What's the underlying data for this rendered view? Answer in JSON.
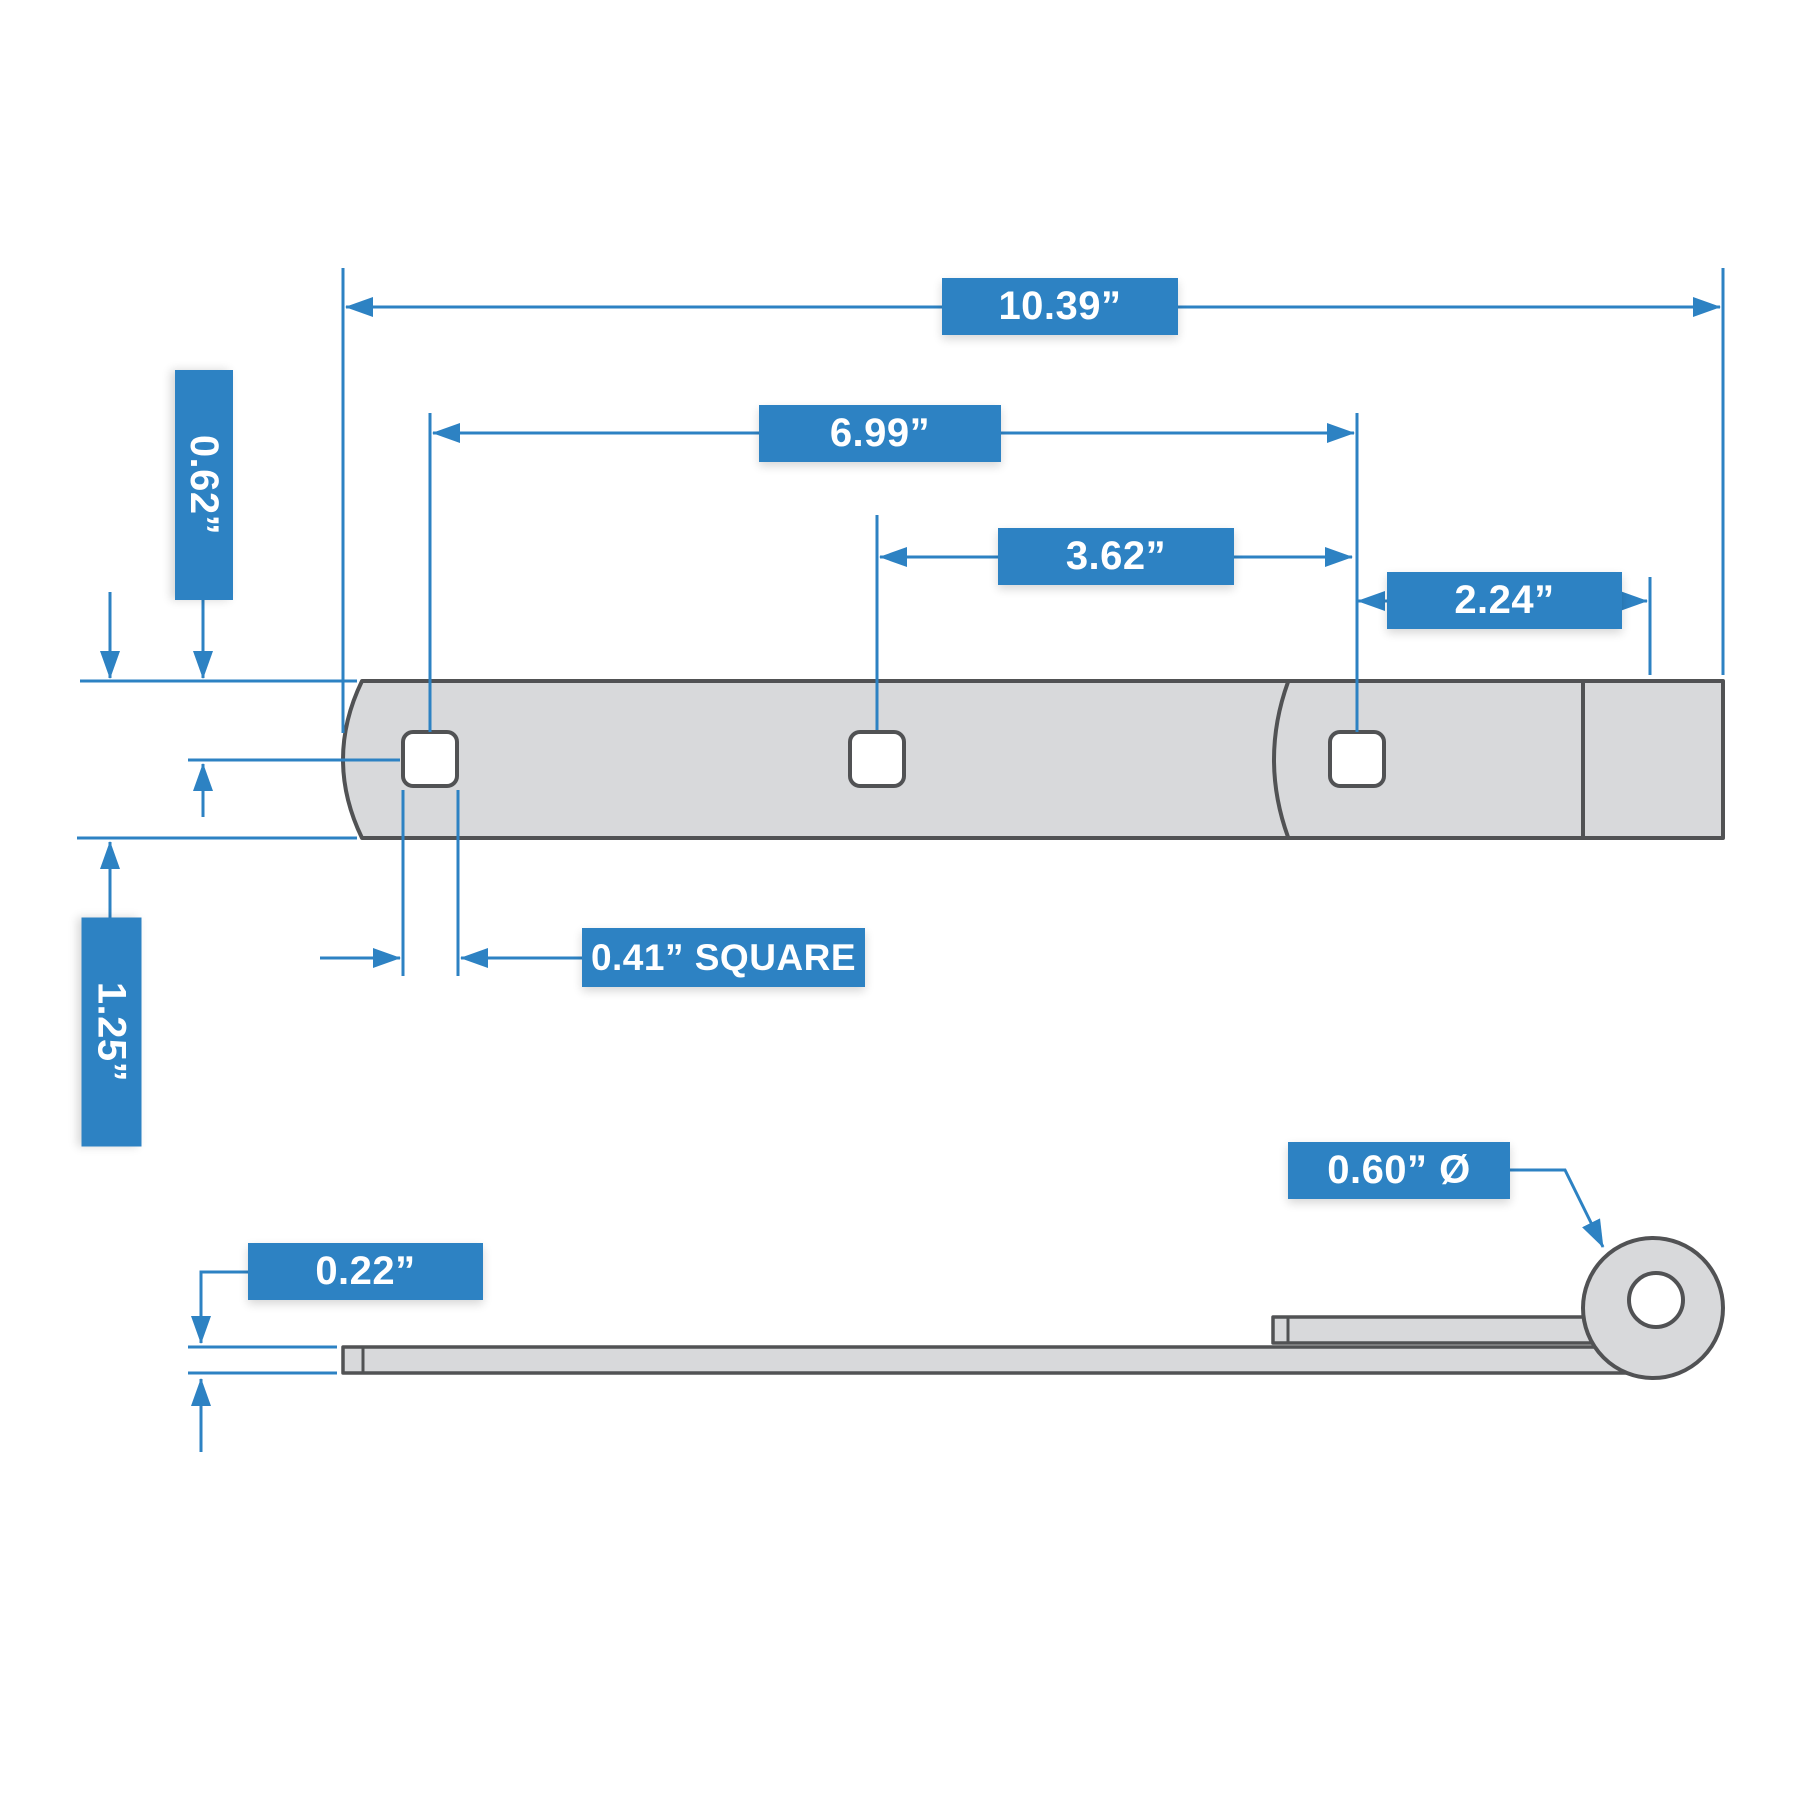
{
  "colors": {
    "accent": "#2d82c3",
    "part_fill": "#d8d9db",
    "part_outline": "#515254",
    "label_text": "#ffffff",
    "background": "#ffffff"
  },
  "views": {
    "top": {
      "dimensions": {
        "overall_length": "10.39”",
        "hole1_to_hole3": "6.99”",
        "hole2_to_hole3": "3.62”",
        "hole3_to_pin_center": "2.24”",
        "top_edge_to_hole_center": "0.62”",
        "strap_width": "1.25”",
        "hole_size": "0.41” SQUARE"
      }
    },
    "side": {
      "dimensions": {
        "pin_loop_diameter": "0.60” Ø",
        "material_thickness": "0.22”"
      }
    }
  }
}
